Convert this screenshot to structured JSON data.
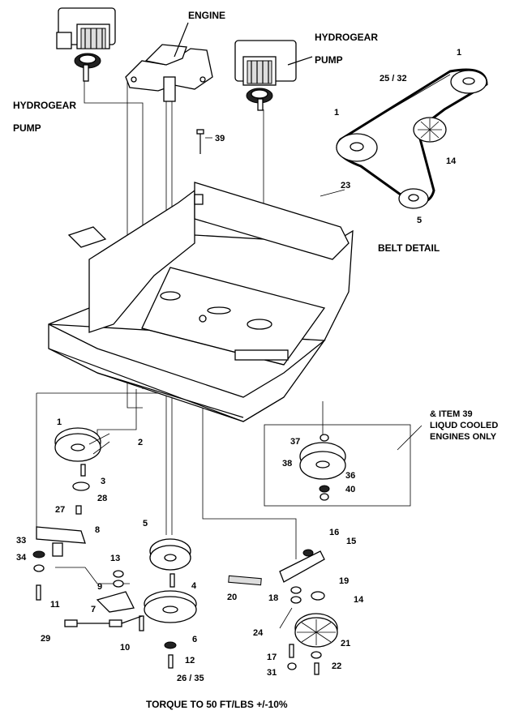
{
  "labels": {
    "engine": "ENGINE",
    "hydrogear_left_1": "HYDROGEAR",
    "hydrogear_left_2": "PUMP",
    "hydrogear_right_1": "HYDROGEAR",
    "hydrogear_right_2": "PUMP",
    "belt_detail": "BELT DETAIL",
    "item39_1": "& ITEM 39",
    "item39_2": "LIQUD COOLED",
    "item39_3": "ENGINES ONLY",
    "torque": "TORQUE TO 50 FT/LBS +/-10%"
  },
  "callouts": {
    "c1a": "1",
    "c25_32": "25 / 32",
    "c1b": "1",
    "c14a": "14",
    "c5a": "5",
    "c39": "39",
    "c23": "23",
    "c1c": "1",
    "c2": "2",
    "c3": "3",
    "c28": "28",
    "c27": "27",
    "c33": "33",
    "c8": "8",
    "c34": "34",
    "c11": "11",
    "c5b": "5",
    "c13": "13",
    "c9": "9",
    "c4": "4",
    "c7": "7",
    "c20": "20",
    "c6": "6",
    "c10": "10",
    "c12": "12",
    "c26_35": "26 / 35",
    "c29": "29",
    "c37": "37",
    "c38": "38",
    "c36": "36",
    "c40": "40",
    "c16": "16",
    "c15": "15",
    "c18": "18",
    "c19": "19",
    "c24": "24",
    "c14b": "14",
    "c21": "21",
    "c17": "17",
    "c31": "31",
    "c22": "22"
  }
}
